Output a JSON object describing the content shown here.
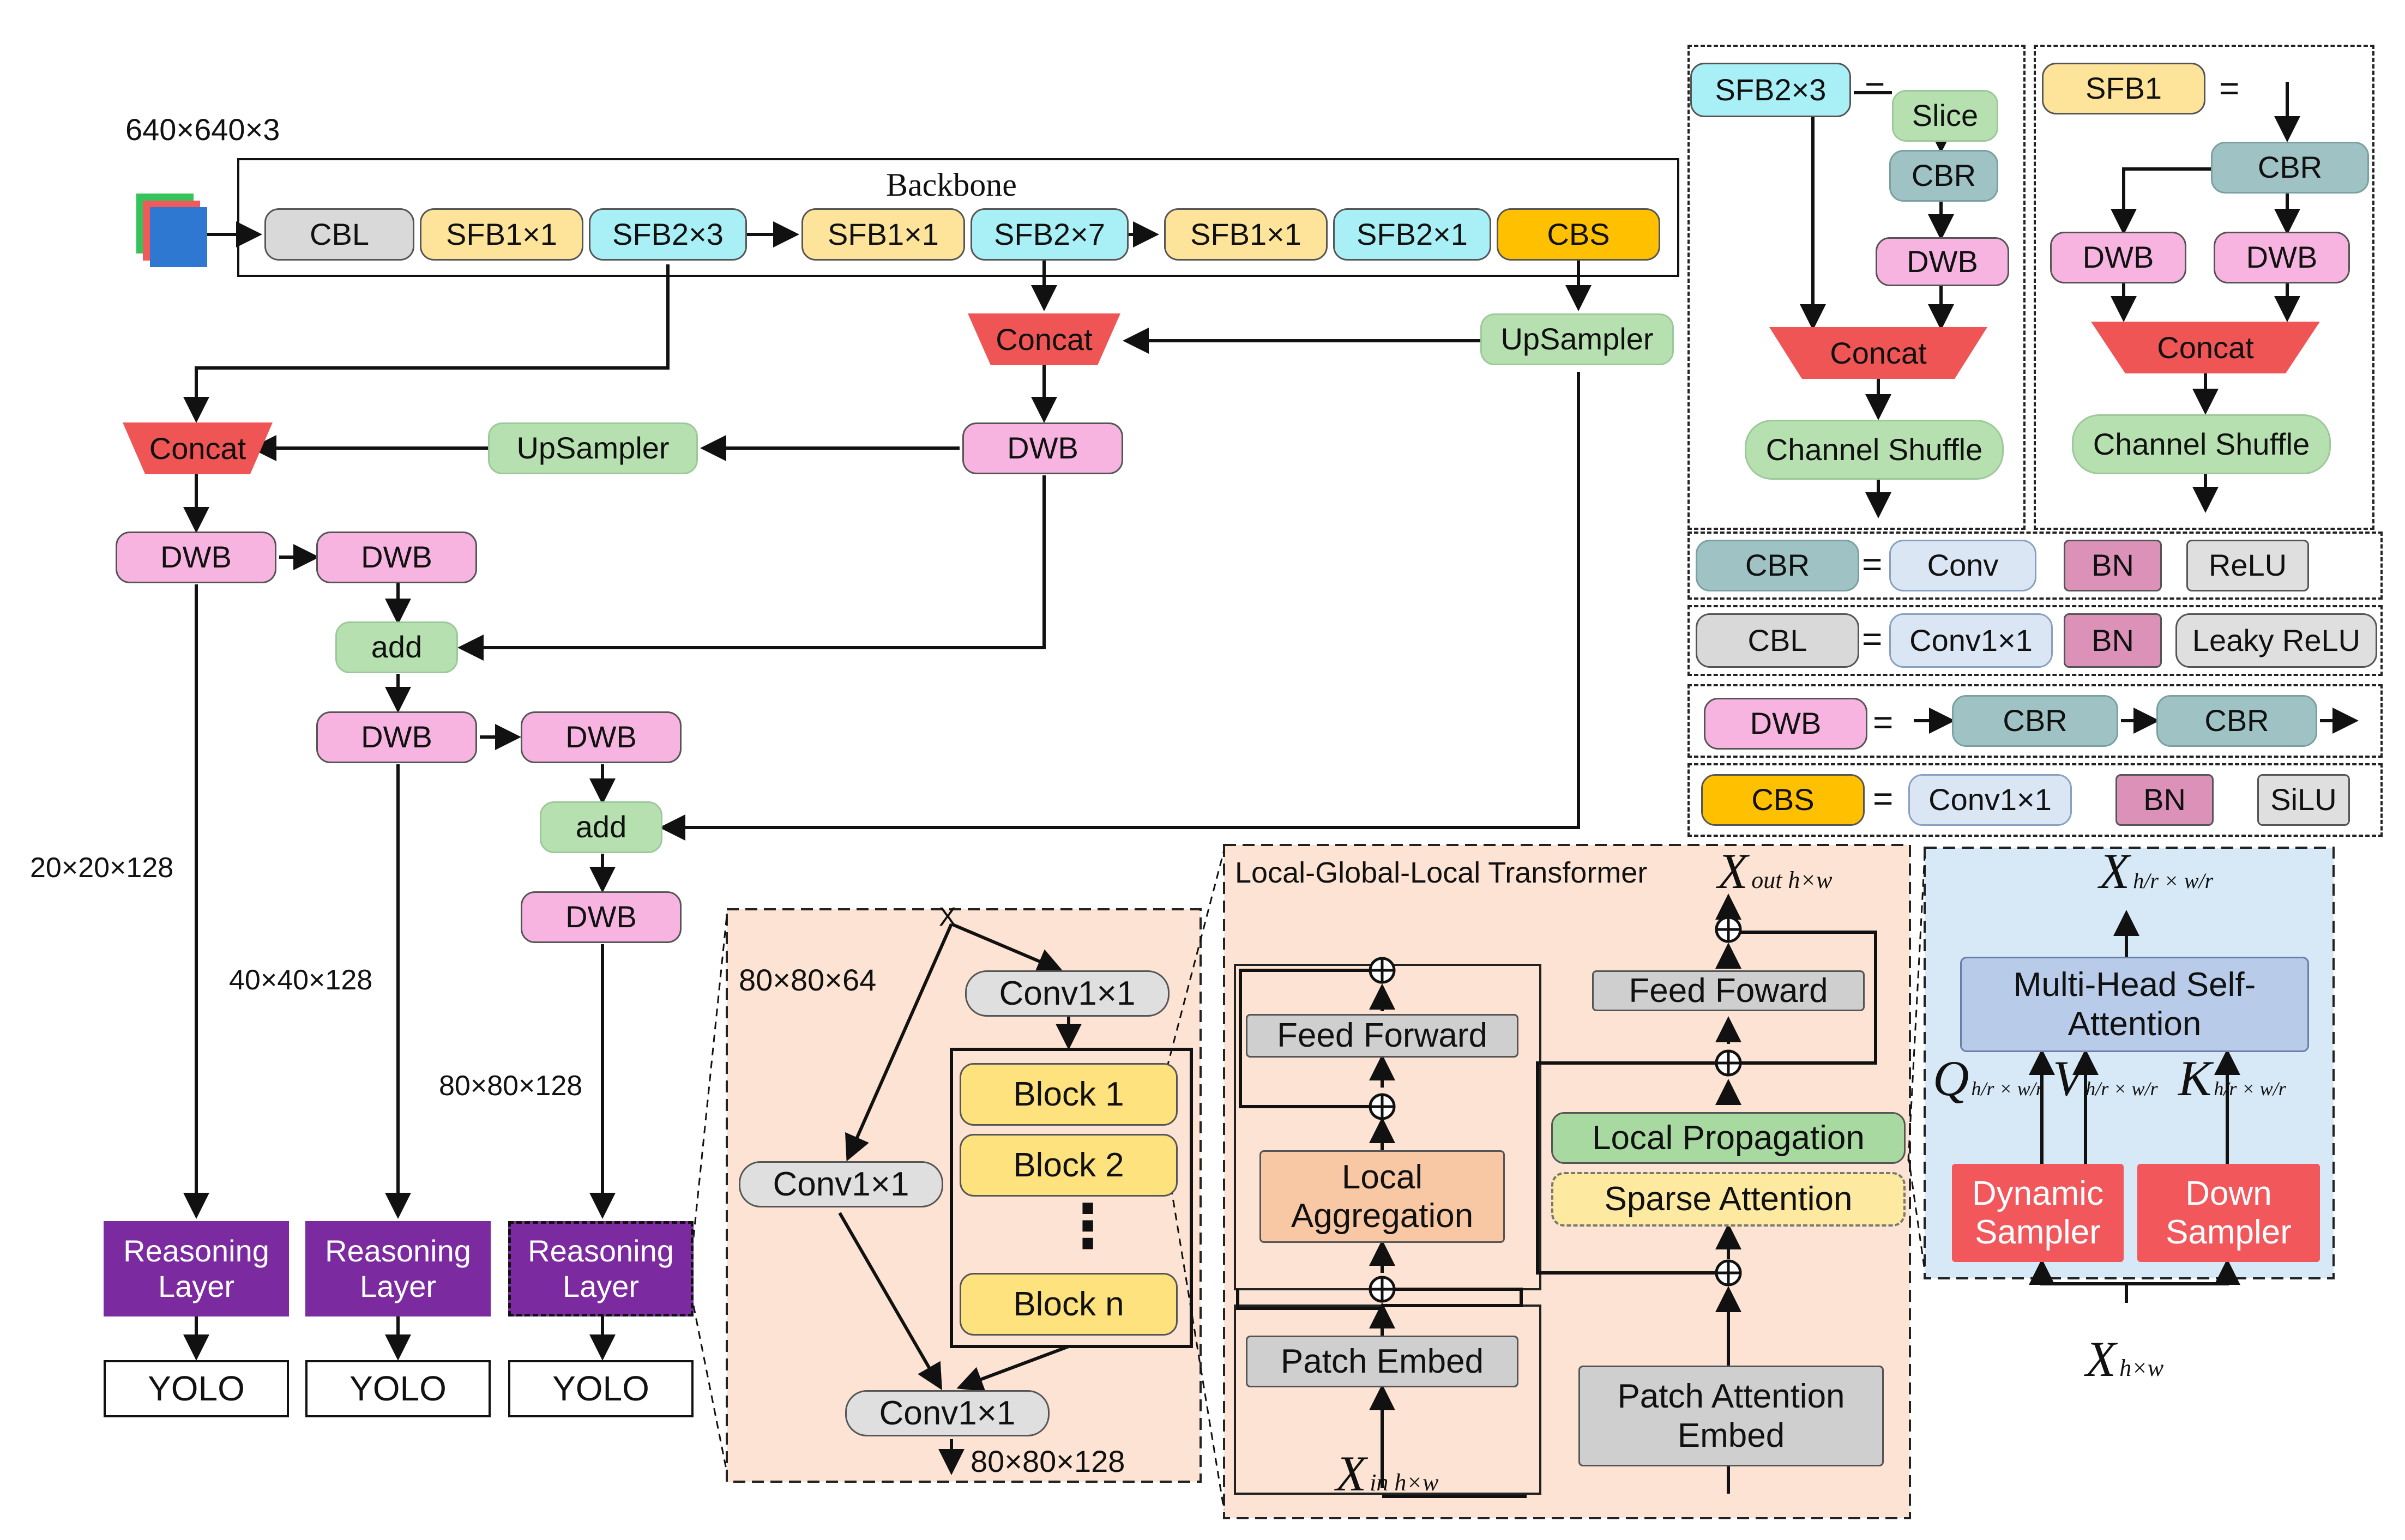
{
  "input": {
    "size": "640×640×3"
  },
  "backbone": {
    "title": "Backbone",
    "blocks": [
      "CBL",
      "SFB1×1",
      "SFB2×3",
      "SFB1×1",
      "SFB2×7",
      "SFB1×1",
      "SFB2×1",
      "CBS"
    ]
  },
  "neck": {
    "concat": "Concat",
    "upsampler": "UpSampler",
    "dwb": "DWB",
    "add": "add"
  },
  "features": {
    "f20": "20×20×128",
    "f40": "40×40×128",
    "f80": "80×80×128"
  },
  "heads": {
    "reasoning": "Reasoning Layer",
    "yolo": "YOLO"
  },
  "reasoning_detail": {
    "x": "X",
    "in_size": "80×80×64",
    "conv": "Conv1×1",
    "blocks": [
      "Block 1",
      "Block 2",
      "Block n"
    ],
    "dots": "⋮",
    "out_size": "80×80×128"
  },
  "transformer": {
    "title": "Local-Global-Local Transformer",
    "feed_forward": "Feed Forward",
    "local_aggregation": "Local Aggregation",
    "patch_embed": "Patch Embed",
    "feed_foward": "Feed Foward",
    "local_propagation": "Local Propagation",
    "sparse_attention": "Sparse Attention",
    "patch_attention_embed": "Patch Attention Embed",
    "x_in": "X",
    "x_in_sub": "in h×w",
    "x_out": "X",
    "x_out_sub": "out h×w"
  },
  "attention": {
    "mhsa": "Multi-Head Self-Attention",
    "dynamic_sampler": "Dynamic Sampler",
    "down_sampler": "Down Sampler",
    "x_top": "X",
    "x_top_sub": "h/r × w/r",
    "q": "Q",
    "v": "V",
    "k": "K",
    "qkv_sub": "h/r × w/r",
    "x_bottom": "X",
    "x_bottom_sub": "h×w"
  },
  "legend": {
    "sfb2": "SFB2×3",
    "sfb1": "SFB1",
    "eq": "=",
    "slice": "Slice",
    "cbr": "CBR",
    "dwb": "DWB",
    "concat": "Concat",
    "channel_shuffle": "Channel Shuffle",
    "conv": "Conv",
    "bn": "BN",
    "relu": "ReLU",
    "cbl": "CBL",
    "conv1x1": "Conv1×1",
    "leaky_relu": "Leaky ReLU",
    "cbs": "CBS",
    "silu": "SiLU"
  },
  "colors": {
    "concat": "#f05555",
    "reasoning": "#7b2aa0",
    "cbs": "#ffc000",
    "sampler": "#f2575c",
    "transformer_panel": "#fce3d3",
    "attention_panel": "#d7e8f6"
  }
}
